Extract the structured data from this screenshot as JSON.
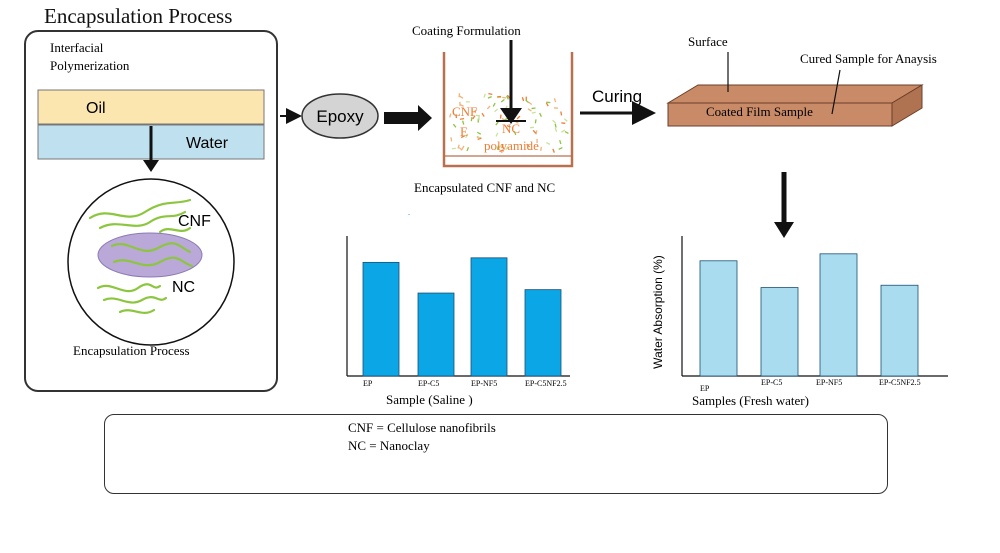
{
  "title": "Encapsulation Process",
  "interfacial": [
    "Interfacial",
    "Polymerization"
  ],
  "oil_label": "Oil",
  "water_label": "Water",
  "cnf_label": "CNF",
  "nc_label": "NC",
  "encap_caption": "Encapsulation Process",
  "epoxy_label": "Epoxy",
  "coating_title": "Coating Formulation",
  "beaker_texts": [
    "CNF",
    "NC",
    "E",
    "polyamide"
  ],
  "encapsulated_caption": "Encapsulated CNF and NC",
  "curing_label": "Curing",
  "surface_label": "Surface",
  "cured_label": "Cured Sample for Anaysis",
  "film_label": "Coated Film Sample",
  "legend_lines": [
    "CNF = Cellulose nanofibrils",
    "NC = Nanoclay"
  ],
  "colors": {
    "oil": "#fbe6b0",
    "water": "#bfe0ee",
    "saline_bar": "#0aa6e6",
    "fresh_bar": "#a9dcef",
    "film": "#c98a67",
    "epoxy_fill": "#d4d4d4",
    "fiber": "#8cc63f",
    "nucleus": "#b9a8d8"
  },
  "chart_data": [
    {
      "type": "bar",
      "categories": [
        "EP",
        "EP-C5",
        "EP-NF5",
        "EP-C5NF2.5"
      ],
      "values": [
        1.0,
        0.73,
        1.04,
        0.76
      ],
      "xlabel": "Sample (Saline )",
      "ylabel": "",
      "ylim": [
        0,
        1.1
      ],
      "grid": false,
      "color": "#0aa6e6"
    },
    {
      "type": "bar",
      "categories": [
        "EP",
        "EP-C5",
        "EP-NF5",
        "EP-C5NF2.5"
      ],
      "values": [
        0.99,
        0.76,
        1.05,
        0.78
      ],
      "xlabel": "Samples (Fresh water)",
      "ylabel": "Water Absorption (%)",
      "ylim": [
        0,
        1.1
      ],
      "grid": false,
      "color": "#a9dcef"
    }
  ]
}
